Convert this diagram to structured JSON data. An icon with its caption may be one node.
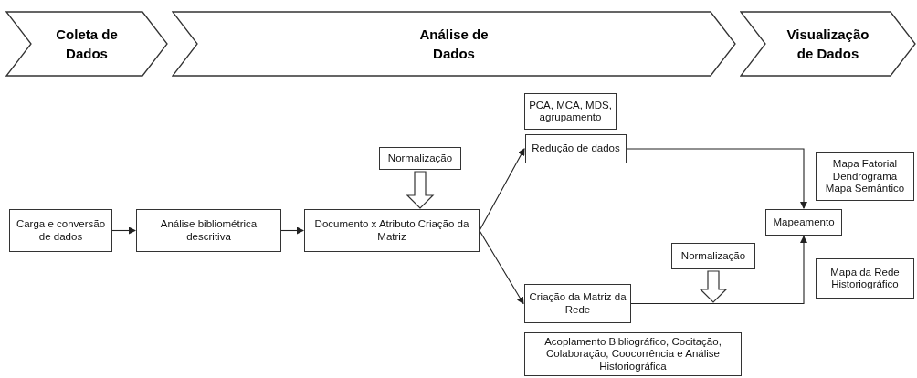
{
  "diagram": {
    "nodes": [
      {
        "text": [
          "Coleta de Dados"
        ]
      },
      {
        "text": [
          "Análise de Dados"
        ]
      },
      {
        "text": [
          "Visualização de Dados"
        ]
      },
      {
        "text": [
          "Carga e conversão de dados"
        ]
      },
      {
        "text": [
          "Análise bibliométrica descritiva"
        ]
      },
      {
        "text": [
          "Documento x Atributo Criação da Matriz"
        ]
      },
      {
        "text": [
          "Normalização"
        ]
      },
      {
        "text": [
          "PCA, MCA, MDS, agrupamento"
        ]
      },
      {
        "text": [
          "Redução de dados"
        ]
      },
      {
        "text": [
          "Criação da Matriz da Rede"
        ]
      },
      {
        "text": [
          "Normalização"
        ]
      },
      {
        "text": [
          "Mapeamento"
        ]
      },
      {
        "text": [
          "Mapa Fatorial Dendrograma Mapa Semântico"
        ]
      },
      {
        "text": [
          "Mapa da Rede Historiográfico"
        ]
      },
      {
        "text": [
          "Acoplamento Bibliográfico, Cocitação, Colaboração, Coocorrência e Análise Historiográfica"
        ]
      }
    ],
    "edges": [
      {
        "from": 3,
        "to": 4,
        "arrow": "to"
      },
      {
        "from": 4,
        "to": 5,
        "arrow": "to"
      },
      {
        "from": 5,
        "to": 8,
        "arrow": "to"
      },
      {
        "from": 5,
        "to": 9,
        "arrow": "to"
      },
      {
        "from": 8,
        "to": 11,
        "arrow": "to"
      },
      {
        "from": 9,
        "to": 11,
        "arrow": "to"
      },
      {
        "from": 6,
        "to": 5,
        "arrow": "to",
        "style": "thick"
      },
      {
        "from": 10,
        "to": null,
        "arrow": "to",
        "style": "thick"
      }
    ]
  }
}
